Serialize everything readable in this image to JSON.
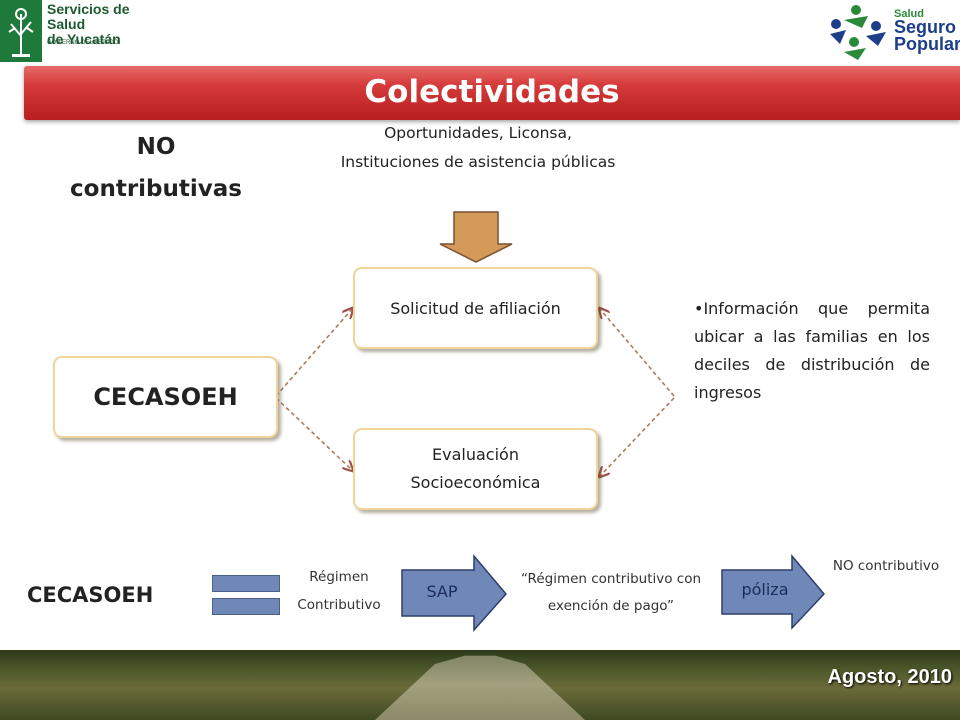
{
  "header": {
    "left_logo": {
      "line1": "Servicios de Salud",
      "line2": "de Yucatán",
      "line3": "GOBIERNO DEL ESTADO"
    },
    "right_logo": {
      "line1": "Salud",
      "line2": "Seguro",
      "line3": "Popular"
    }
  },
  "title": "Colectividades",
  "no_contributivas": "NO contributivas",
  "oportunidades": "Oportunidades, Liconsa, Instituciones de asistencia públicas",
  "nodes": {
    "cecasoeh": "CECASOEH",
    "solicitud": "Solicitud de afiliación",
    "evaluacion": "Evaluación Socioeconómica"
  },
  "info_text": "•Información que permita ubicar a las familias en los deciles de distribución de ingresos",
  "bottom_flow": {
    "cecasoeh": "CECASOEH",
    "regimen": "Régimen Contributivo",
    "sap": "SAP",
    "regimen_exencion": "“Régimen contributivo con exención de pago”",
    "poliza": "póliza",
    "no_contributivo": "NO contributivo"
  },
  "footer": {
    "date": "Agosto, 2010"
  },
  "colors": {
    "banner": "#d63a3a",
    "arrow_fill": "#6f88b8",
    "down_arrow": "#d49a5a",
    "node_border": "#f0d49a",
    "connector": "#b07a5a"
  },
  "icons": [
    "logo-left-tree-icon",
    "seguro-popular-people-icon"
  ]
}
